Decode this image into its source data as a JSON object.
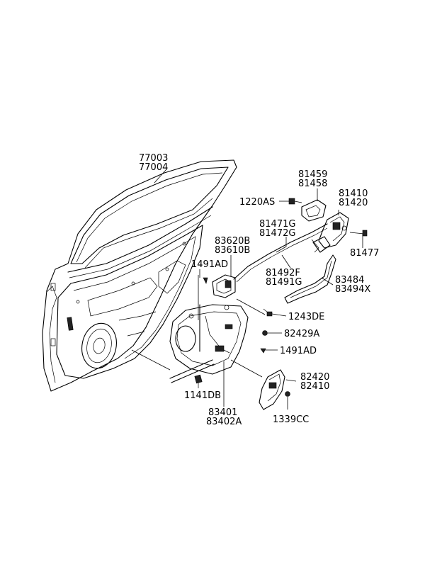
{
  "labels": {
    "door_frame_a": "77003",
    "door_frame_b": "77004",
    "bracket_a": "81459",
    "bracket_b": "81458",
    "bolt_1220as": "1220AS",
    "latch_a": "81410",
    "latch_b": "81420",
    "cable_a": "81471G",
    "cable_b": "81472G",
    "handle_a": "83620B",
    "handle_b": "83610B",
    "screw_81477": "81477",
    "rod_a": "81492F",
    "rod_b": "81491G",
    "channel_a": "83484",
    "channel_b": "83494X",
    "clip_1491ad_top": "1491AD",
    "screw_1243de": "1243DE",
    "nut_82429a": "82429A",
    "clip_1491ad_mid": "1491AD",
    "motor_a": "82420",
    "motor_b": "82410",
    "bolt_1141db": "1141DB",
    "regulator_a": "83401",
    "regulator_b": "83402A",
    "bolt_1339cc": "1339CC"
  }
}
